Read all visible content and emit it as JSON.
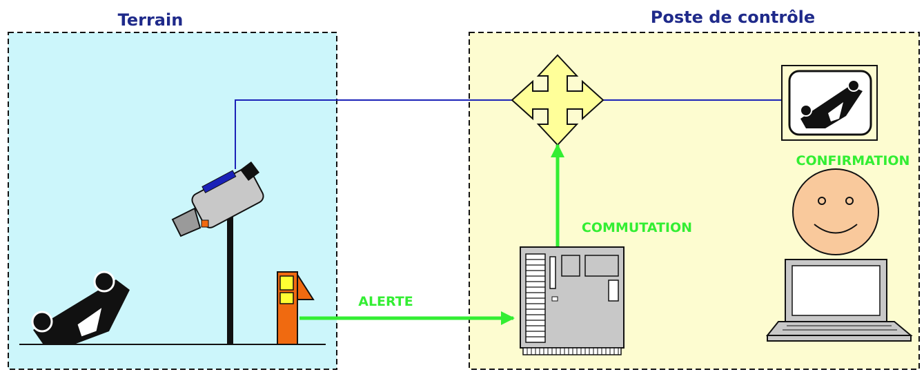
{
  "zones": {
    "terrain": {
      "title": "Terrain",
      "fill": "#ccf6fb"
    },
    "poste": {
      "title": "Poste de contrôle",
      "fill": "#fdfcd0"
    }
  },
  "flows": {
    "alerte": "ALERTE",
    "commutation": "COMMUTATION",
    "confirmation": "CONFIRMATION"
  },
  "colors": {
    "title": "#1f2a8a",
    "green": "#33ee33",
    "video_link": "#1a22b8",
    "orange": "#f06a10",
    "yellow": "#ffff33",
    "face": "#f9c99c",
    "gray": "#c8c8c8"
  },
  "icons": {
    "car": "overturned-car-icon",
    "camera": "video-camera-icon",
    "detector": "detector-post-icon",
    "switch": "four-way-switch-icon",
    "monitor": "monitor-icon",
    "computer": "server-cabinet-icon",
    "operator": "smiley-operator-icon",
    "laptop": "laptop-icon"
  }
}
